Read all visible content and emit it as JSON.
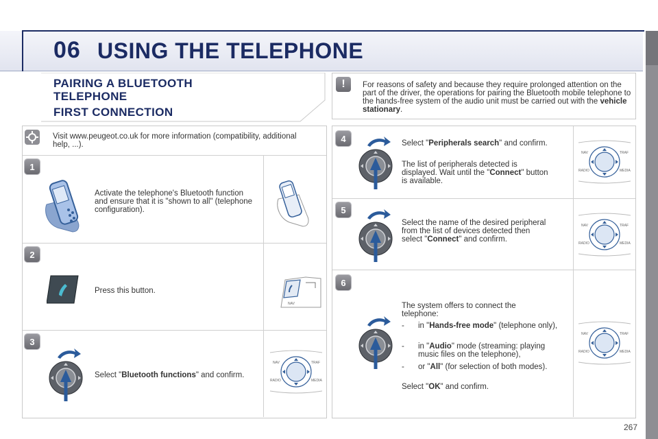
{
  "header": {
    "chapter_number": "06",
    "chapter_title": "USING THE TELEPHONE"
  },
  "section": {
    "title_line1": "PAIRING A BLUETOOTH",
    "title_line2": "TELEPHONE",
    "title_line3": "FIRST CONNECTION"
  },
  "warning": {
    "text_before": "For reasons of safety and because they require prolonged attention on the part of the driver, the operations for pairing the Bluetooth mobile telephone to the hands-free system of the audio unit must be carried out with the ",
    "text_bold": "vehicle stationary",
    "text_after": "."
  },
  "info": {
    "text": "Visit www.peugeot.co.uk for more information (compatibility, additional help, ...)."
  },
  "steps": [
    {
      "number": "1",
      "text": "Activate the telephone's Bluetooth function and ensure that it is \"shown to all\" (telephone configuration)."
    },
    {
      "number": "2",
      "text": "Press this button."
    },
    {
      "number": "3",
      "text_before": "Select \"",
      "bold": "Bluetooth functions",
      "text_after": "\" and confirm."
    },
    {
      "number": "4",
      "line1_before": "Select \"",
      "line1_bold": "Peripherals search",
      "line1_after": "\" and confirm.",
      "line2_before": "The list of peripherals detected is displayed. Wait until the \"",
      "line2_bold": "Connect",
      "line2_after": "\" button is available."
    },
    {
      "number": "5",
      "text_before": "Select the name of the desired peripheral from the list of devices detected then select \"",
      "bold": "Connect",
      "text_after": "\" and confirm."
    },
    {
      "number": "6",
      "intro": "The system offers to connect the telephone:",
      "items": [
        {
          "dash": "-",
          "before": "in \"",
          "bold": "Hands-free mode",
          "after": "\" (telephone only),"
        },
        {
          "dash": "-",
          "before": "in \"",
          "bold": "Audio",
          "after": "\" mode (streaming: playing music files on the telephone),"
        },
        {
          "dash": "-",
          "before": "or \"",
          "bold": "All",
          "after": "\" (for selection of both modes)."
        }
      ],
      "outro_before": "Select \"",
      "outro_bold": "OK",
      "outro_after": "\" and confirm."
    }
  ],
  "panel_labels": {
    "nav": "NAV",
    "traf": "TRAF",
    "radio": "RADIO",
    "media": "MEDIA"
  },
  "page_number": "267",
  "colors": {
    "title_blue": "#1b2b63",
    "accent_blue": "#2b5b9b"
  }
}
